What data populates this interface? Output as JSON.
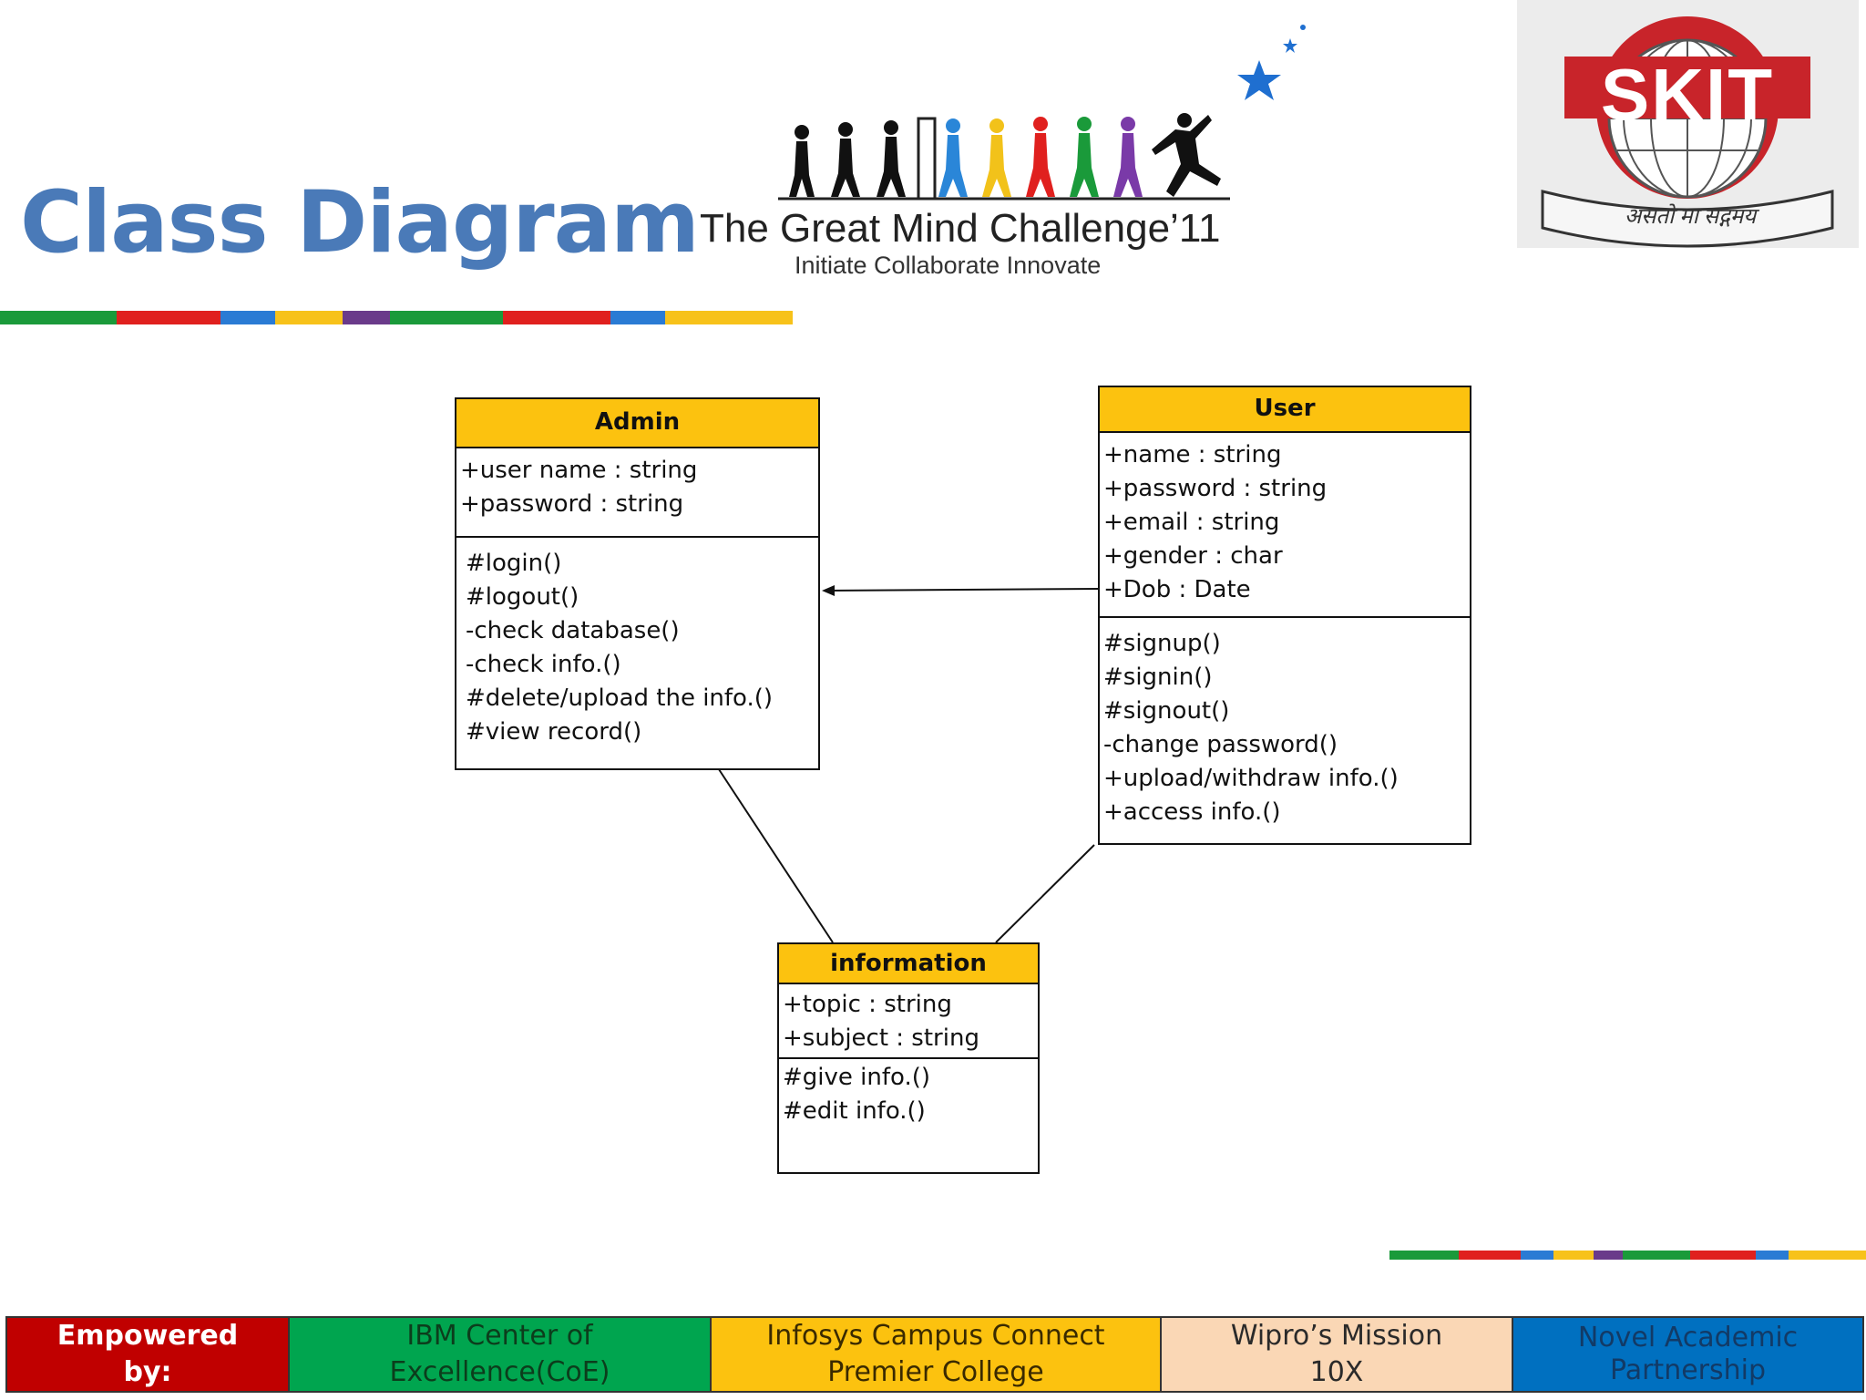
{
  "slide": {
    "title": "Class Diagram"
  },
  "header_logo": {
    "name": "The Great Mind Challenge’11",
    "tagline": "Initiate Collaborate Innovate"
  },
  "college_logo": {
    "wordmark": "SKIT",
    "motto": "असतो मा सद्गमय"
  },
  "diagram": {
    "classes": [
      {
        "name": "Admin",
        "attributes": [
          "+user name : string",
          "+password : string"
        ],
        "methods": [
          "#login()",
          "#logout()",
          "-check database()",
          "-check info.()",
          "#delete/upload the info.()",
          "#view record()"
        ]
      },
      {
        "name": "User",
        "attributes": [
          "+name : string",
          "+password : string",
          "+email : string",
          "+gender : char",
          "+Dob : Date"
        ],
        "methods": [
          "#signup()",
          "#signin()",
          "#signout()",
          "-change password()",
          "+upload/withdraw info.()",
          "+access info.()"
        ]
      },
      {
        "name": "information",
        "attributes": [
          "+topic : string",
          "+subject : string"
        ],
        "methods": [
          "#give info.()",
          "#edit info.()"
        ]
      }
    ],
    "relationships": [
      {
        "from": "User",
        "to": "Admin",
        "type": "directed association"
      },
      {
        "from": "Admin",
        "to": "information",
        "type": "association"
      },
      {
        "from": "User",
        "to": "information",
        "type": "association"
      }
    ]
  },
  "footer": {
    "cells": [
      {
        "label": "Empowered\nby:",
        "bg": "#c00000",
        "color": "#ffffff"
      },
      {
        "label": "IBM Center of\nExcellence(CoE)",
        "bg": "#00a54f",
        "color": "#0c3d1c"
      },
      {
        "label": "Infosys Campus Connect\nPremier College",
        "bg": "#fcc20f",
        "color": "#3a2a00"
      },
      {
        "label": "Wipro’s Mission\n10X",
        "bg": "#fad7b5",
        "color": "#2a2a2a"
      },
      {
        "label": "Novel Academic\nPartnership",
        "bg": "#0070c0",
        "color": "#123a66"
      }
    ]
  },
  "colors": {
    "title": "#4a7ab8",
    "class_header": "#fcc20f",
    "stripe": [
      "#1a9a3a",
      "#e0201e",
      "#2a7bd4",
      "#f7c21a",
      "#6a3a8a"
    ]
  }
}
